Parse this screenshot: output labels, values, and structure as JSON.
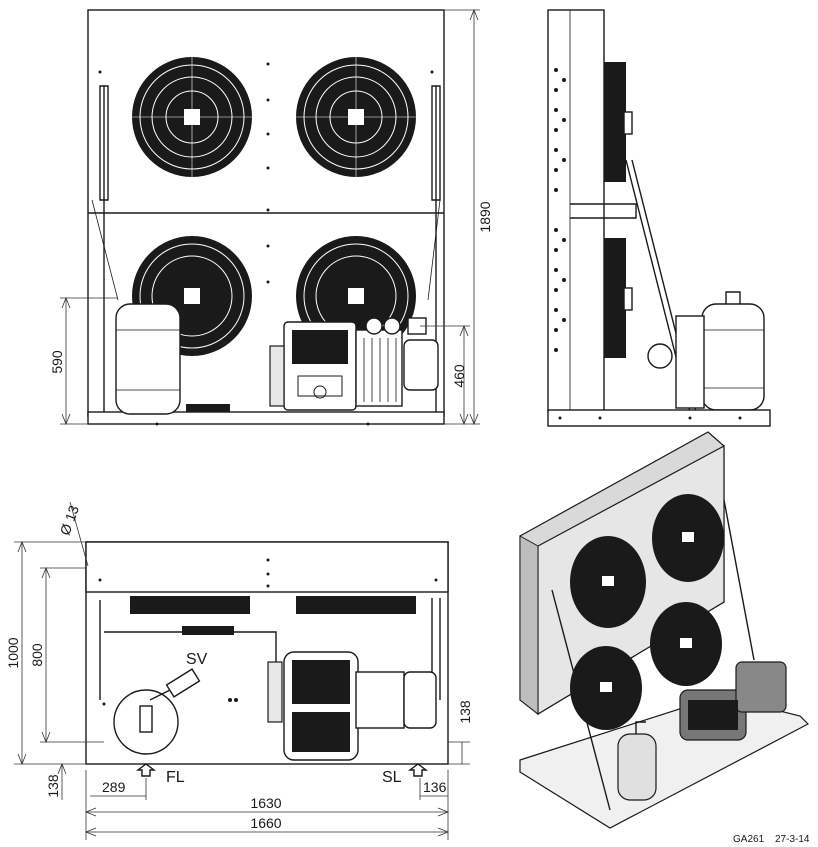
{
  "dimensions": {
    "front_height": "1890",
    "front_receiver_height": "590",
    "front_compressor_height": "460",
    "top_depth": "1000",
    "top_inner_depth": "800",
    "top_offset_left": "138",
    "top_offset_right": "138",
    "top_fl_x": "289",
    "top_sl_x": "136",
    "top_inner_width": "1630",
    "top_overall_width": "1660",
    "hole_diameter": "Ø 13"
  },
  "labels": {
    "sv": "SV",
    "fl": "FL",
    "sl": "SL"
  },
  "footer": {
    "drawing_code": "GA261",
    "date": "27-3-14"
  }
}
